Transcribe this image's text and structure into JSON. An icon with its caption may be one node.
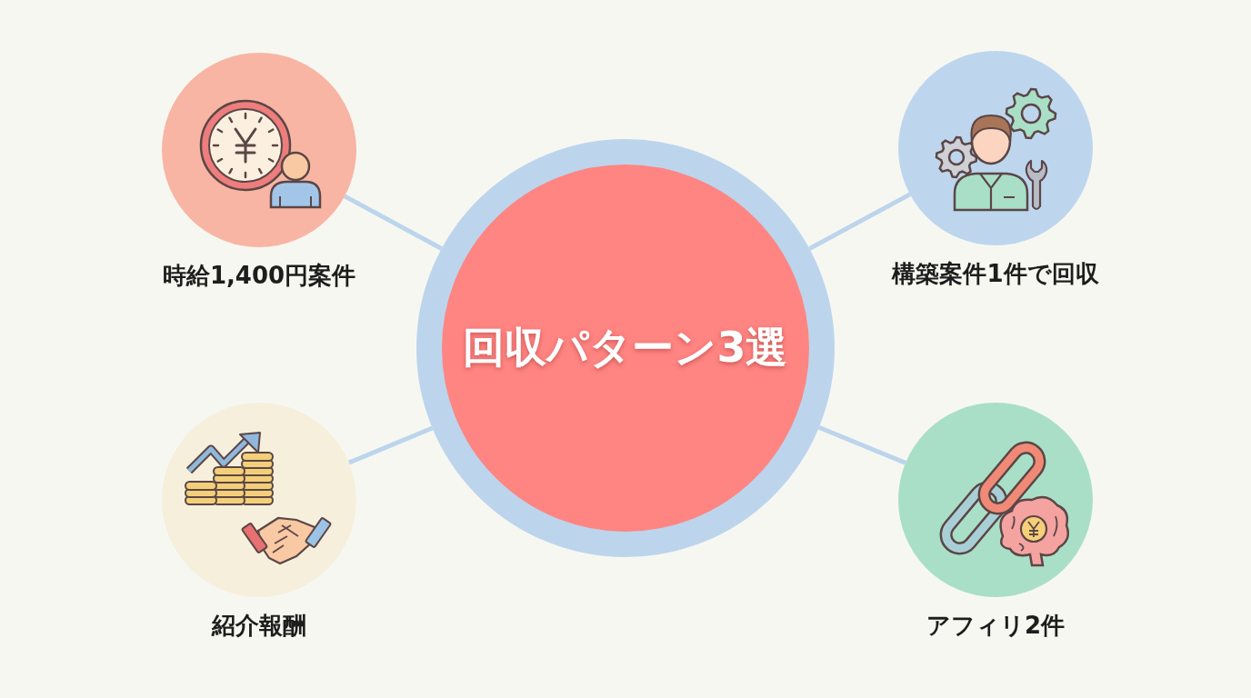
{
  "diagram": {
    "nodes": [
      {
        "text": [
          "回収パターン3選"
        ]
      },
      {
        "text": [
          "時給1,400円案件"
        ]
      },
      {
        "text": [
          "構築案件1件で回収"
        ]
      },
      {
        "text": [
          "紹介報酬"
        ]
      },
      {
        "text": [
          "アフィリ2件"
        ]
      }
    ],
    "edges": [
      {
        "from": 0,
        "to": 1,
        "arrow": "none"
      },
      {
        "from": 0,
        "to": 2,
        "arrow": "none"
      },
      {
        "from": 0,
        "to": 3,
        "arrow": "none"
      },
      {
        "from": 0,
        "to": 4,
        "arrow": "none"
      }
    ]
  }
}
